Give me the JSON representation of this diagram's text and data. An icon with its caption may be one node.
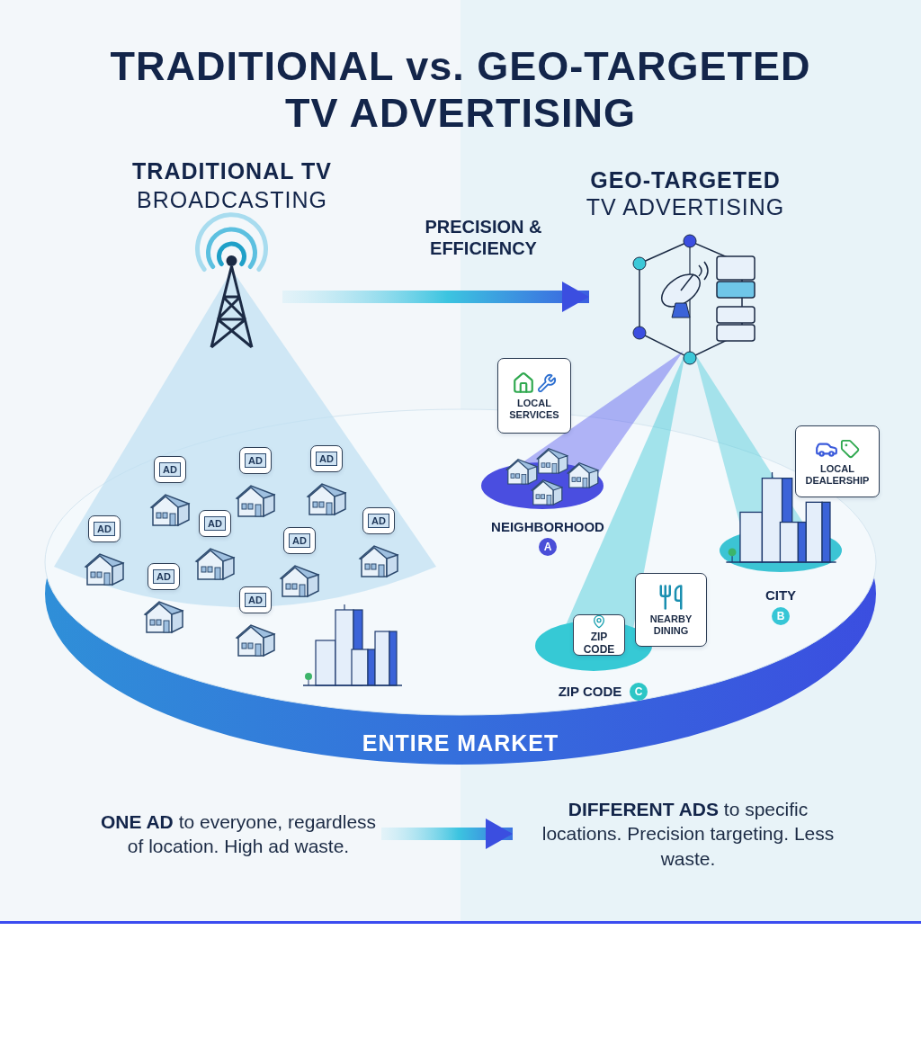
{
  "diagram": {
    "title": "TRADITIONAL vs. GEO-TARGETED TV ADVERTISING",
    "nodes": [
      {
        "text": [],
        "shape": "picture"
      },
      {
        "text": [],
        "shape": "picture"
      },
      {
        "text": [
          "LOCAL SERVICES"
        ]
      },
      {
        "text": [
          "AD"
        ]
      },
      {
        "text": [
          "AD"
        ]
      },
      {
        "text": [
          "AD"
        ]
      },
      {
        "text": [
          "AD"
        ]
      },
      {
        "text": [
          "AD"
        ]
      },
      {
        "text": [
          "AD"
        ]
      },
      {
        "text": [
          "AD"
        ]
      },
      {
        "text": [
          "AD"
        ]
      },
      {
        "text": [
          "AD"
        ]
      },
      {
        "text": [
          "LOCAL DEALERSHIP"
        ]
      },
      {
        "text": [
          "NEARBY DINING"
        ]
      },
      {
        "text": [
          "ZIP CODE"
        ]
      },
      {
        "text": [
          "**ONE AD** to everyone, regardless of location. High ad waste."
        ]
      },
      {
        "text": [
          "**DIFFERENT ADS** to specific locations. Precision targeting. Less waste."
        ]
      }
    ],
    "edges": [
      {
        "from": 0,
        "to": 1,
        "arrow": "to",
        "label": "PRECISION & EFFICIENCY"
      },
      {
        "from": 15,
        "to": 16,
        "arrow": "to"
      }
    ],
    "labels": [
      "TRADITIONAL TV",
      "BROADCASTING",
      "GEO-TARGETED",
      "TV ADVERTISING",
      "NEIGHBORHOOD",
      "A",
      "CITY",
      "B",
      "ZIP CODE",
      "C",
      "ENTIRE MARKET"
    ]
  }
}
